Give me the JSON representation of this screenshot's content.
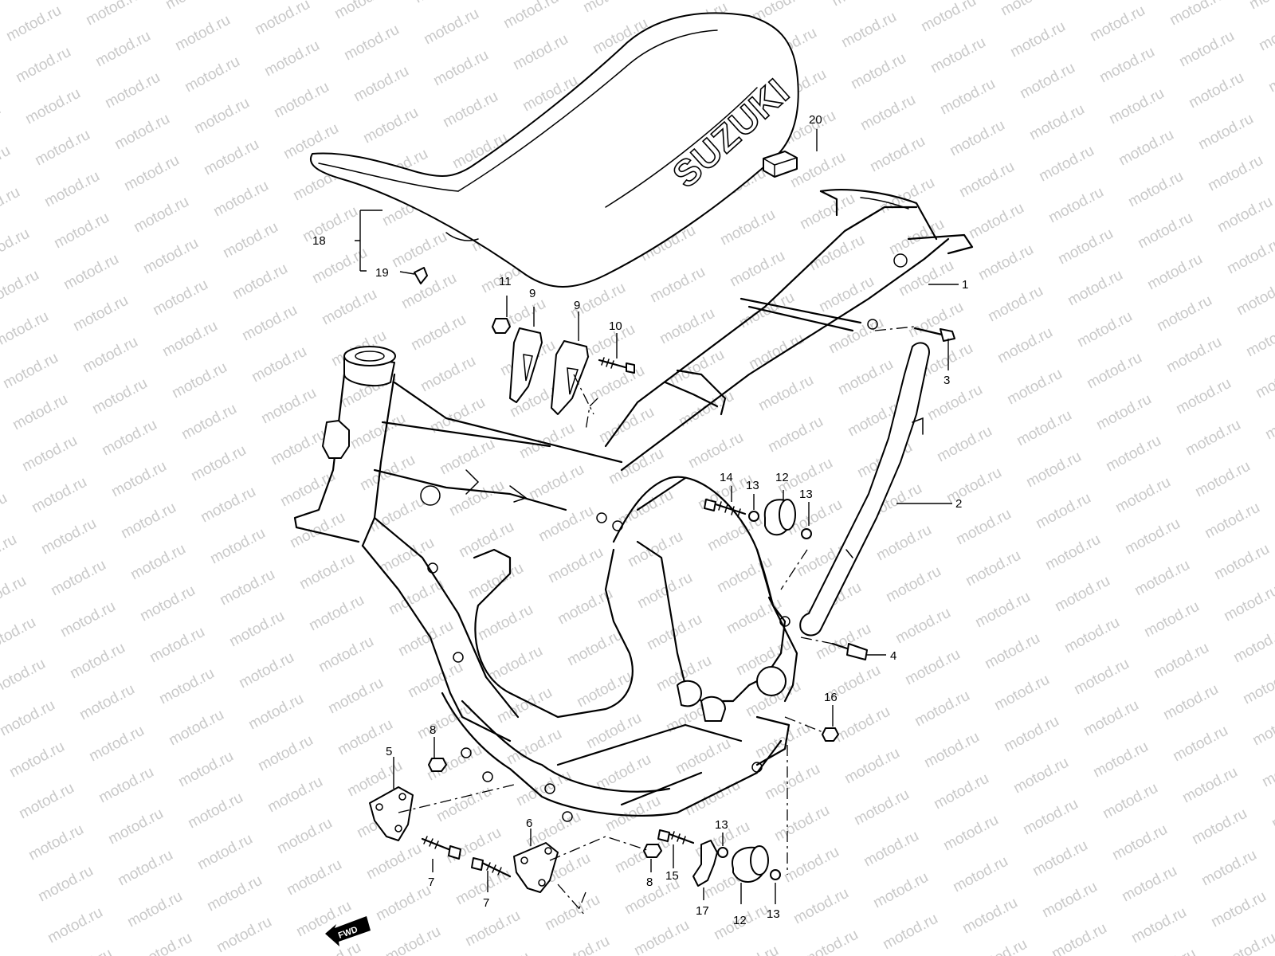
{
  "watermark": "motod.ru",
  "seat_brand": "SUZUKI",
  "fwd_label": "FWD",
  "callouts": [
    "1",
    "2",
    "3",
    "4",
    "5",
    "6",
    "7",
    "7",
    "8",
    "8",
    "9",
    "9",
    "10",
    "11",
    "12",
    "12",
    "13",
    "13",
    "13",
    "13",
    "14",
    "15",
    "16",
    "17",
    "18",
    "19",
    "20"
  ]
}
